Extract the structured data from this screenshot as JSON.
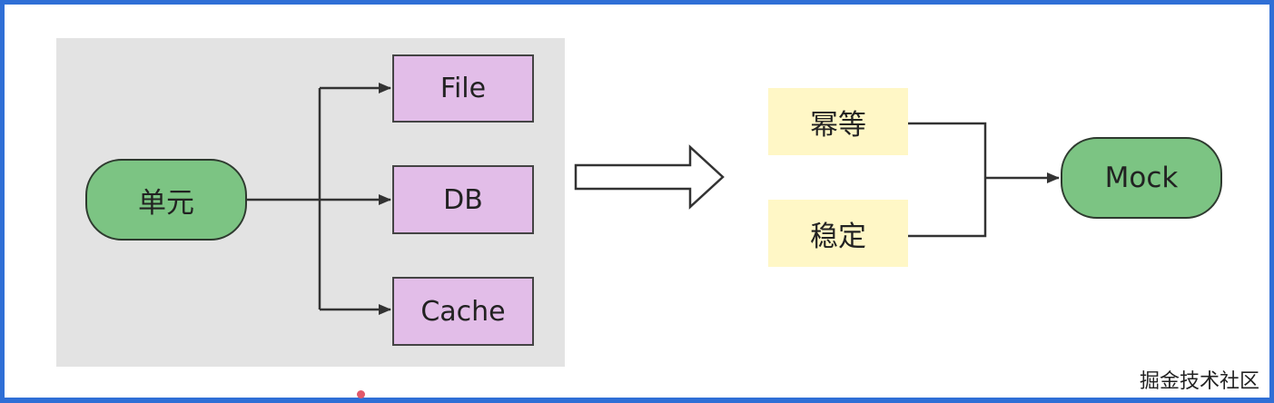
{
  "nodes": {
    "unit": "单元",
    "file": "File",
    "db": "DB",
    "cache": "Cache",
    "idempotent": "幂等",
    "stable": "稳定",
    "mock": "Mock"
  },
  "colors": {
    "green": "#7cc483",
    "purple": "#e2bde8",
    "yellow": "#fff7c6",
    "panel": "#e3e3e3",
    "border": "#2f6fd6"
  },
  "watermark": "掘金技术社区"
}
